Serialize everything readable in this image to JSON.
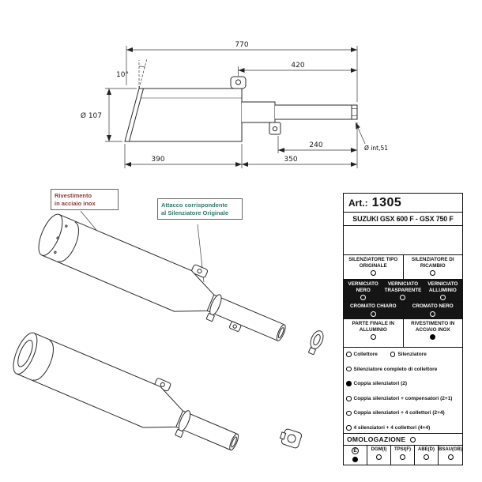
{
  "drawing": {
    "dims": {
      "total_length": "770",
      "upper_length": "420",
      "angle": "10°",
      "body_diameter": "Ø 107",
      "pipe_overlap": "240",
      "inlet_diameter": "Ø int,51",
      "body_length": "390",
      "pipe_length": "350"
    },
    "callouts": {
      "coating_line1": "Rivestimento",
      "coating_line2": "in acciaio inox",
      "attachment_line1": "Attacco corrispondente",
      "attachment_line2": "al Silenziatore Originale"
    }
  },
  "panel": {
    "art_label": "Art.:",
    "art_number": "1305",
    "model": "SUZUKI GSX 600 F - GSX 750 F",
    "type_row": [
      {
        "label": "SILENZIATORE TIPO ORIGINALE",
        "selected": false
      },
      {
        "label": "SILENZIATORE DI RICAMBIO",
        "selected": false
      }
    ],
    "finish_row": [
      {
        "label": "VERNICIATO NERO",
        "selected": false
      },
      {
        "label": "VERNICIATO TRASPARENTE",
        "selected": false
      },
      {
        "label": "VERNICIATO ALLUMINIO",
        "selected": false
      }
    ],
    "chrome_row": [
      {
        "label": "CROMATO CHIARO",
        "selected": false
      },
      {
        "label": "CROMATO NERO",
        "selected": false
      }
    ],
    "material_row": [
      {
        "label": "PARTE FINALE IN ALLUMINIO",
        "selected": false
      },
      {
        "label": "RIVESTIMENTO IN ACCIAIO INOX",
        "selected": true
      }
    ],
    "kit_options": [
      {
        "label": "Collettore",
        "selected": false
      },
      {
        "label": "Silenziatore",
        "selected": false
      },
      {
        "label": "Silenziatore completo di collettore",
        "selected": false
      },
      {
        "label": "Coppia silenziatori (2)",
        "selected": true
      },
      {
        "label": "Coppia silenziatori + compensatori (2+1)",
        "selected": false
      },
      {
        "label": "Coppia silenziatori + 4 collettori (2+4)",
        "selected": false
      },
      {
        "label": "4 silenziatori + 4 collettori (4+4)",
        "selected": false
      }
    ],
    "homologation": {
      "title": "OMOLOGAZIONE",
      "title_selected": false,
      "entries": [
        {
          "label": "E",
          "selected": true
        },
        {
          "label": "DGM(I)",
          "selected": false
        },
        {
          "label": "TPSI(F)",
          "selected": false
        },
        {
          "label": "ABE(D)",
          "selected": false
        },
        {
          "label": "BSAU(GB)",
          "selected": false
        }
      ]
    }
  }
}
